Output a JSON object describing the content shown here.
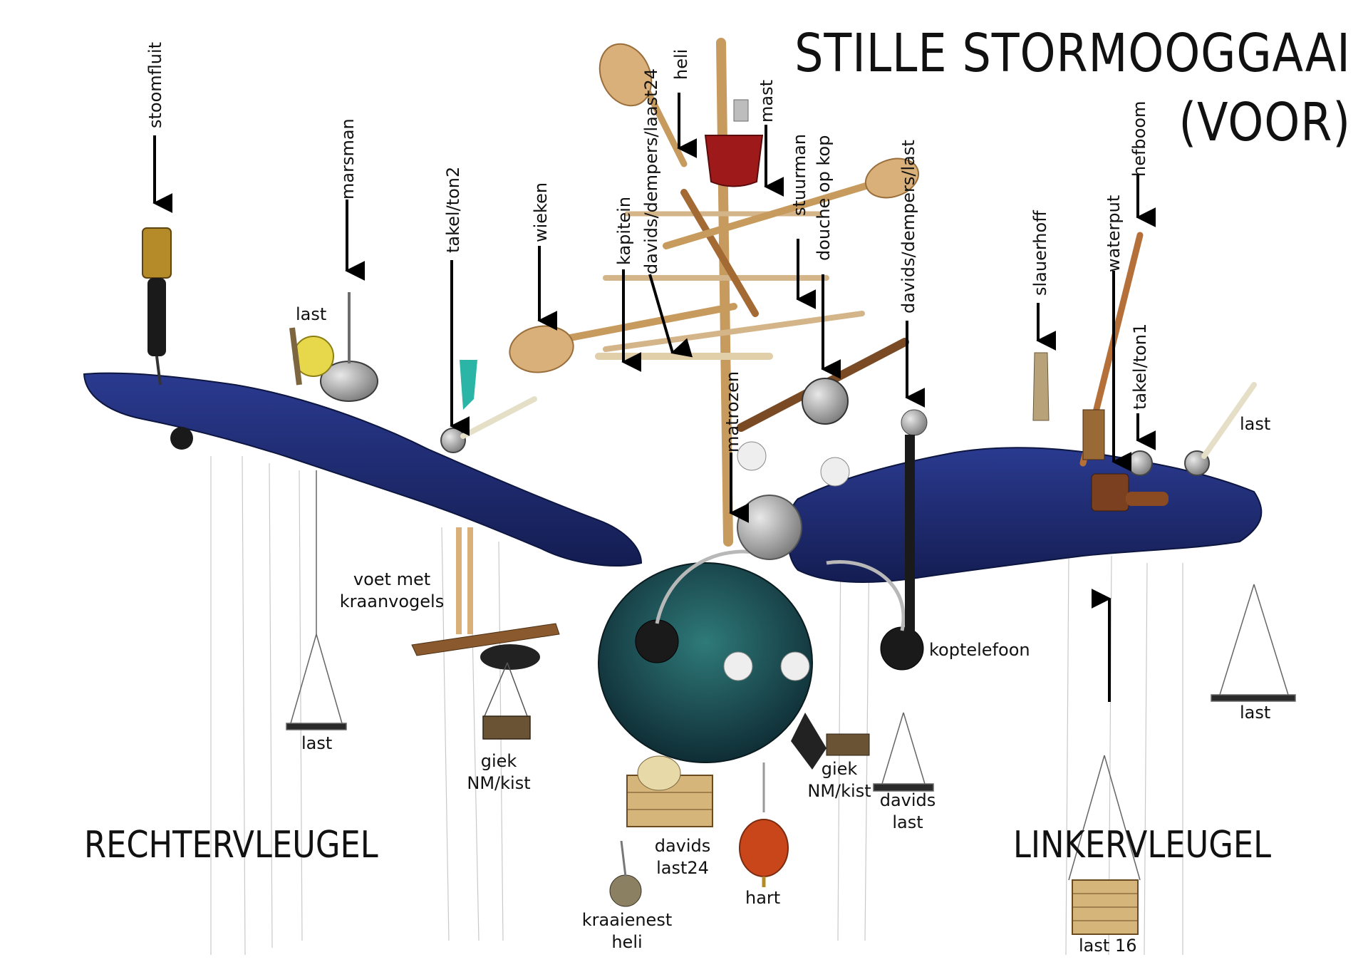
{
  "title": {
    "line1": "STILLE STORMOOGGAAI",
    "line2": "(VOOR)"
  },
  "wings": {
    "right": "RECHTERVLEUGEL",
    "left": "LINKERVLEUGEL"
  },
  "vertical_labels": {
    "stoomfluit": "stoomfluit",
    "marsman": "marsman",
    "takel_ton2": "takel/ton2",
    "wieken": "wieken",
    "kapitein": "kapitein",
    "davids_dempers_laast24": "davids/dempers/laast24",
    "heli": "heli",
    "mast": "mast",
    "stuurman": "stuurman",
    "douche_op_kop": "douche op kop",
    "davids_dempers_last": "davids/dempers/last",
    "matrozen": "matrozen",
    "slauerhoff": "slauerhoff",
    "waterput": "waterput",
    "hefboom": "hefboom",
    "takel_ton1": "takel/ton1"
  },
  "labels": {
    "last_top_left": "last",
    "last_bottom_left": "last",
    "voet_met_kraanvogels": [
      "voet met",
      "kraanvogels"
    ],
    "giek_left": [
      "giek",
      "NM/kist"
    ],
    "giek_right": [
      "giek",
      "NM/kist"
    ],
    "koptelefoon": "koptelefoon",
    "davids_last": [
      "davids",
      "last"
    ],
    "davids_last24": [
      "davids",
      "last24"
    ],
    "hart": "hart",
    "kraaienest_heli": [
      "kraaienest",
      "heli"
    ],
    "last_right_top": "last",
    "last_right_bottom": "last",
    "last_16": "last 16"
  },
  "colors": {
    "wing_blue": "#1d2a6b",
    "wing_highlight": "#2c3f95",
    "wood": "#c79a5e",
    "dark_wood": "#7a4a24",
    "metal": "#a8a8a8",
    "arrow": "#000000",
    "red_cup": "#9e1a1a",
    "heart_orange": "#c9461b",
    "teal_body": "#1f5a5a"
  }
}
